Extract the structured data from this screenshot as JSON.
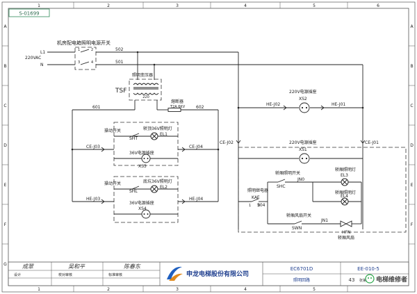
{
  "sheet": {
    "id": "S-01699",
    "col_numbers": [
      "1",
      "2",
      "3",
      "4",
      "5",
      "6"
    ],
    "row_letters": [
      "A",
      "B",
      "C",
      "D",
      "E",
      "F",
      "G"
    ]
  },
  "supply": {
    "switch_title": "机房配电箱照明电源开关",
    "voltage": "220VAC",
    "l1": "L1",
    "n": "N",
    "wire_502": "502",
    "wire_501": "501",
    "pins": [
      "1",
      "2",
      "3",
      "4"
    ]
  },
  "transformer": {
    "label": "照明变压器",
    "code": "TSF",
    "fuse_label": "熔断器",
    "fuse_rating": "T2A 6KV",
    "wire_601": "601",
    "wire_602": "602"
  },
  "left_circuit": {
    "sw1_label": "操动开关",
    "sw1_code": "SHT",
    "lamp1_label": "轿顶36V照明灯",
    "lamp1_code": "EL1",
    "sock1_label": "36V电源插座",
    "sock1_code": "XS3",
    "ce_j03": "CE-J03",
    "ce_j04": "CE-J04",
    "sw2_label": "操动开关",
    "sw2_code": "SHL",
    "lamp2_label": "底坑36V照明灯",
    "lamp2_code": "EL2",
    "sock2_label": "36V电源插座",
    "sock2_code": "XS4",
    "he_j03": "HE-J03",
    "he_j04": "HE-J04"
  },
  "right_circuit": {
    "sock_xs2_label": "220V电源插座",
    "sock_xs2_code": "XS2",
    "he_j02": "HE-J02",
    "he_j01": "HE-J01",
    "ce_j02": "CE-J02",
    "ce_j01": "CE-J01",
    "sock_xs1_label": "220V电源插座",
    "sock_xs1_code": "XS1",
    "car_sw_label": "轿厢照明开关",
    "car_sw_code": "SHC",
    "jn0": "JN0",
    "lamp3_label": "轿厢照明灯",
    "lamp3_code": "EL3",
    "lamp4_label": "轿厢照明灯",
    "lamp4_code": "EL4",
    "relay_label": "照明继电器",
    "relay_code": "KAE",
    "relay_pins": [
      "1",
      "8"
    ],
    "wire_504": "504",
    "jn1": "JN1",
    "fan_sw_label": "轿厢风扇开关",
    "fan_sw_code": "SWN",
    "fan_code": "HFN",
    "fan_label": "轿厢风扇"
  },
  "title_block": {
    "sign_1": "成翠",
    "sign_2": "吴和平",
    "sign_3": "陈春东",
    "row_label_1": "设计",
    "row_label_2": "校对审核",
    "row_label_3": "标准审核",
    "company": "申龙电梯股份有限公司",
    "drawing_no": "EC6701D",
    "drawing_title": "照明回路",
    "sheet_no": "EE-010-5",
    "page": "43",
    "page_label": "张第",
    "watermark": "电梯维修者"
  },
  "colors": {
    "logo_blue": "#1f5fbf",
    "logo_orange": "#e08a1e",
    "watermark_green": "#2aa84a"
  }
}
